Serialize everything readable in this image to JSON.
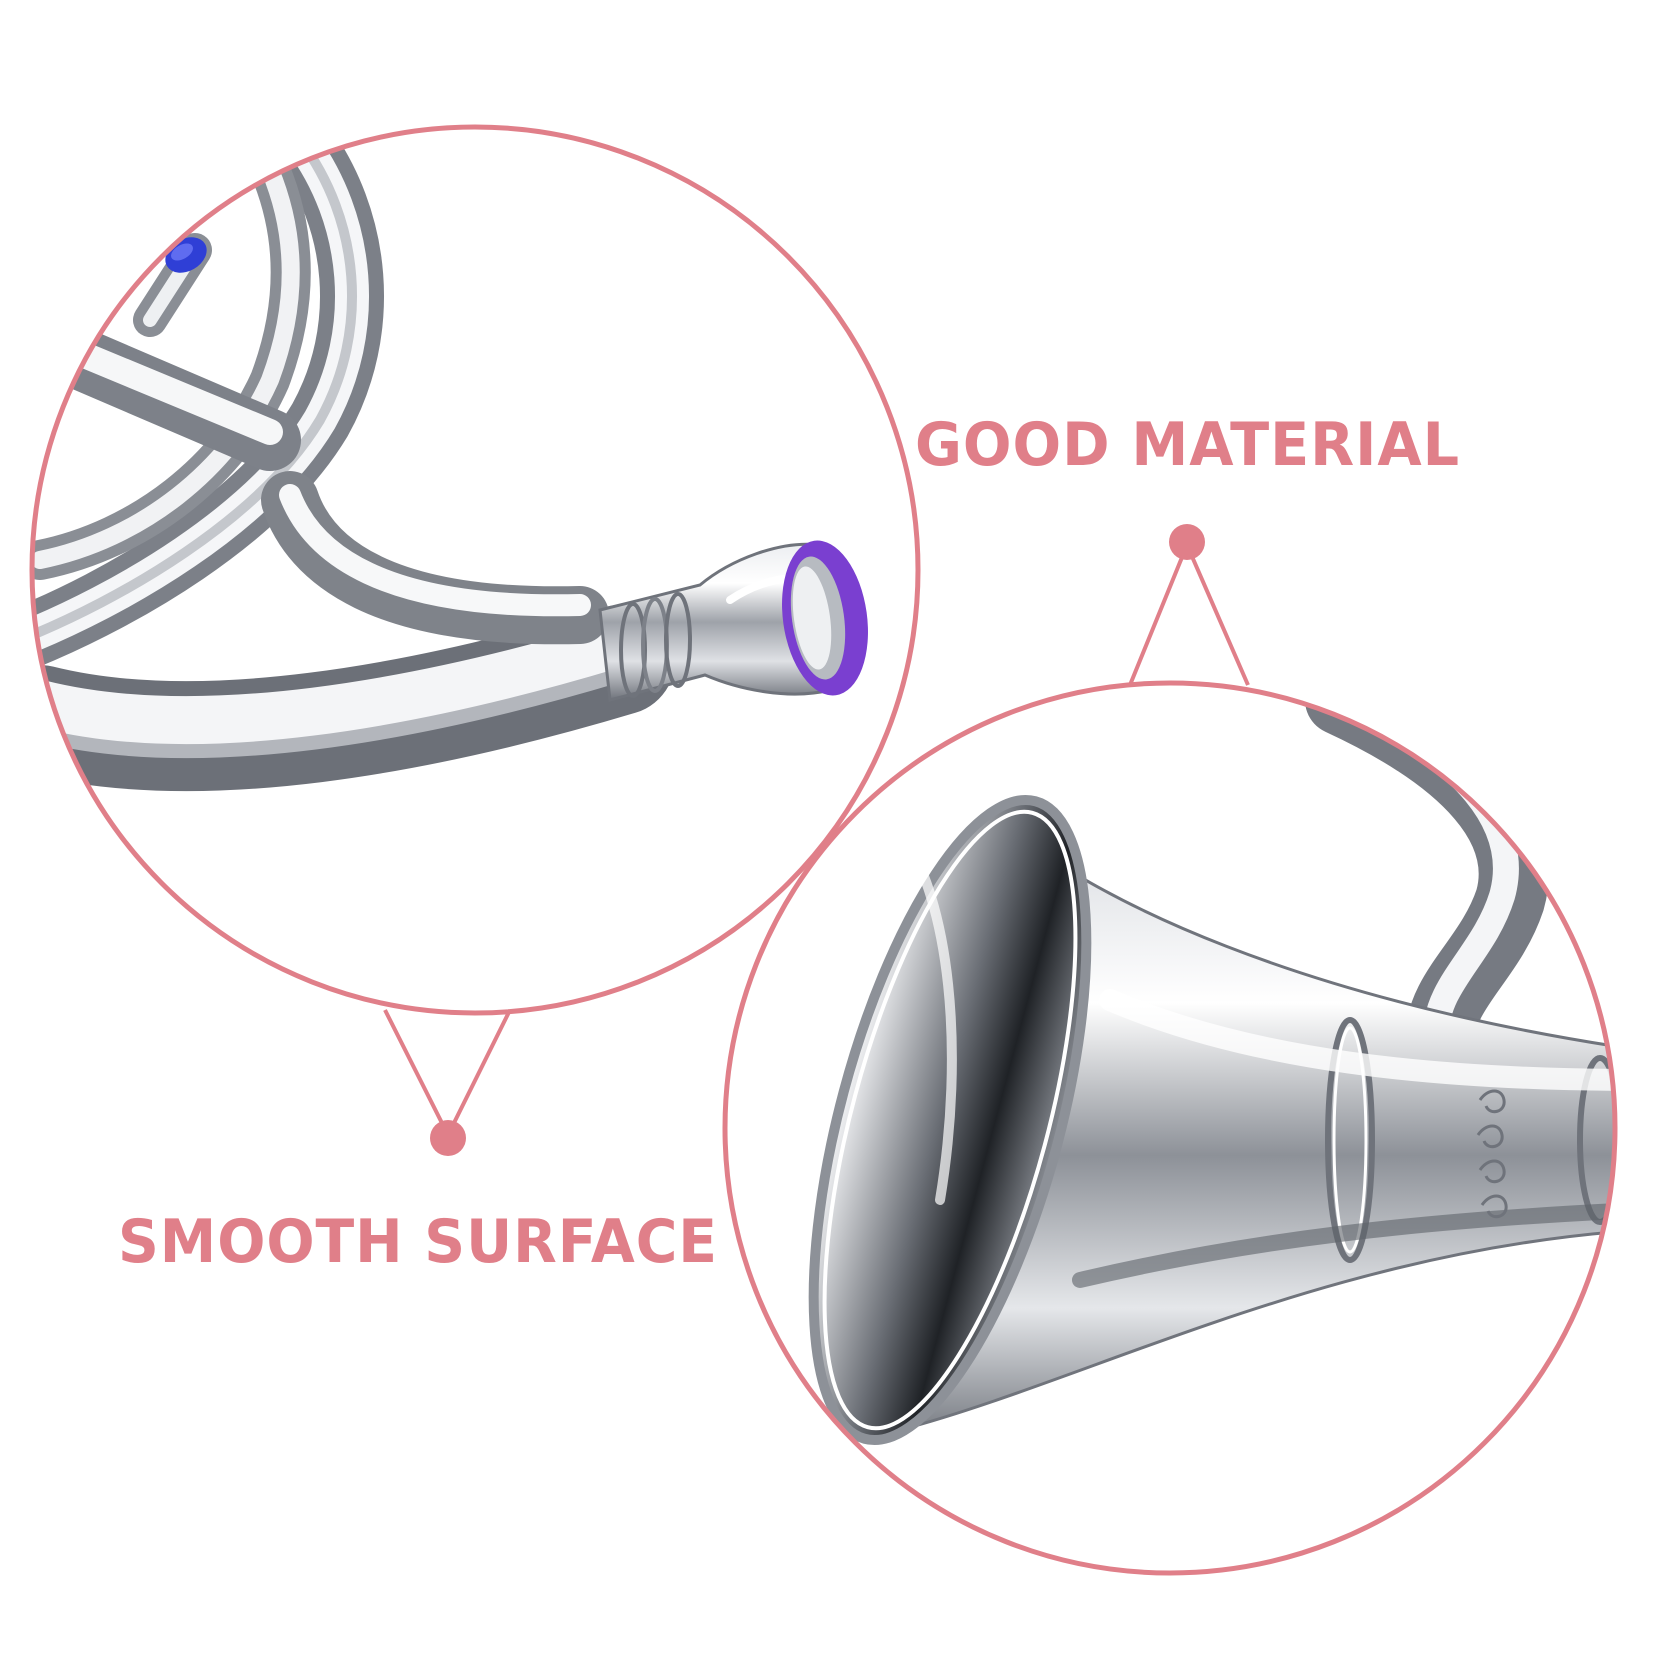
{
  "theme": {
    "accent": "#e07f89",
    "background": "#ffffff",
    "metal_light": "#f4f5f7",
    "metal_mid": "#b9bcc2",
    "metal_dark": "#5c6068",
    "cap_purple": "#7a3fd0",
    "cap_blue": "#2f3fd6"
  },
  "labels": {
    "good_material": "GOOD MATERIAL",
    "smooth_surface": "SMOOTH SURFACE"
  },
  "panels": {
    "top_left": {
      "subject": "horn-mouthpiece-closeup",
      "icons": [
        "horn-tube-icon",
        "mouthpiece-icon",
        "purple-cap-icon",
        "blue-cap-icon"
      ]
    },
    "bottom_right": {
      "subject": "horn-bell-closeup",
      "icons": [
        "horn-bell-icon",
        "engraving-icon"
      ]
    }
  }
}
